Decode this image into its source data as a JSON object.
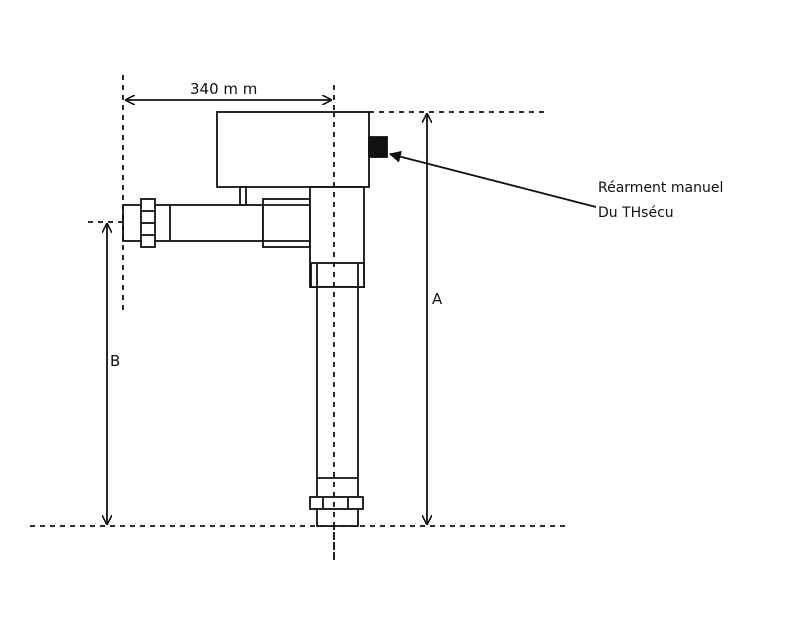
{
  "dimensions": {
    "width_label": "340 m m",
    "height_a_label": "A",
    "height_b_label": "B"
  },
  "annotation": {
    "line1": "Réarment manuel",
    "line2": "Du THsécu"
  },
  "colors": {
    "line": "#111111",
    "background": "#ffffff"
  }
}
